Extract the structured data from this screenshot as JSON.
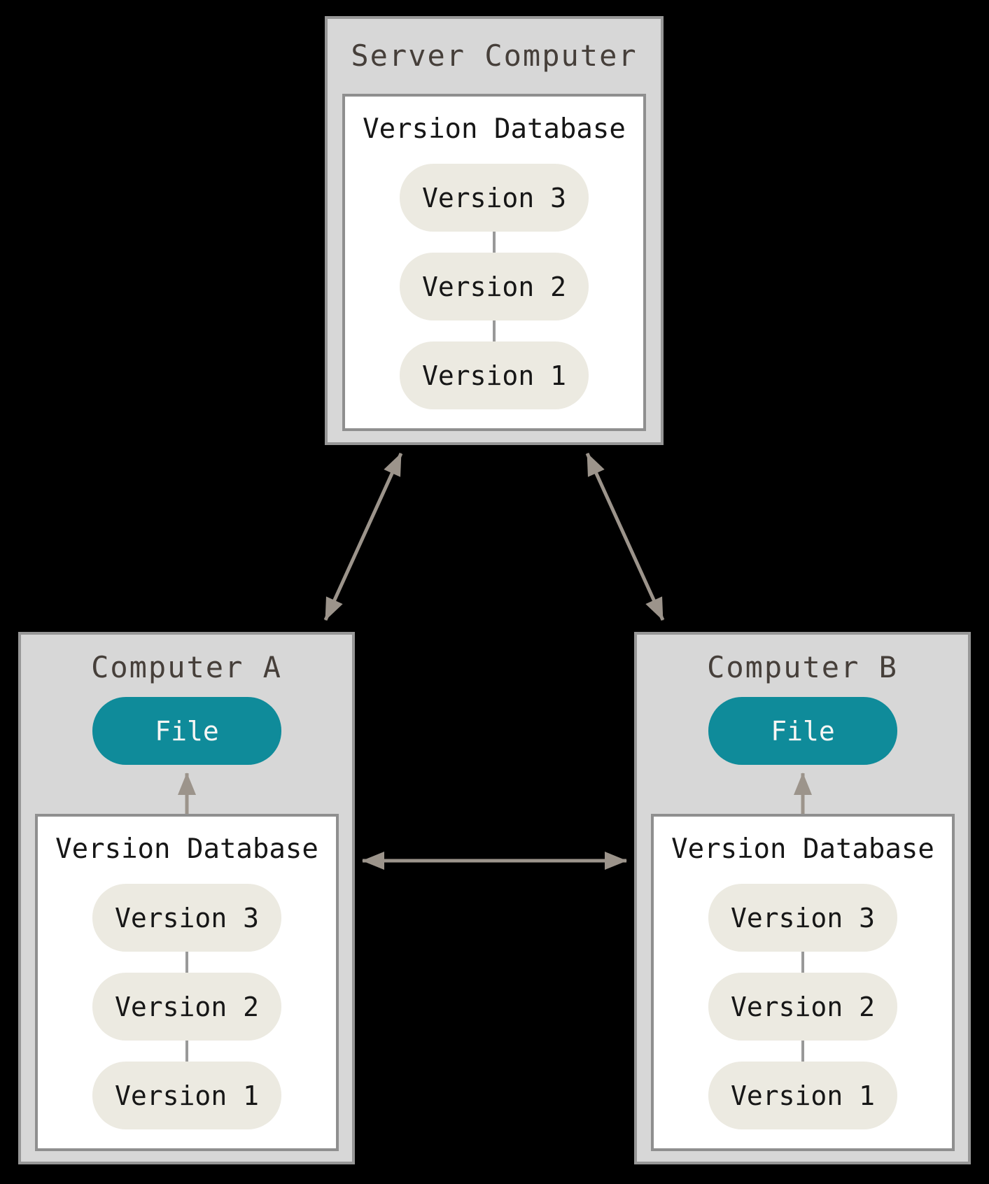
{
  "server": {
    "title": "Server Computer",
    "database": {
      "title": "Version Database",
      "versions": [
        "Version 3",
        "Version 2",
        "Version 1"
      ]
    }
  },
  "computer_a": {
    "title": "Computer A",
    "file_label": "File",
    "database": {
      "title": "Version Database",
      "versions": [
        "Version 3",
        "Version 2",
        "Version 1"
      ]
    }
  },
  "computer_b": {
    "title": "Computer B",
    "file_label": "File",
    "database": {
      "title": "Version Database",
      "versions": [
        "Version 3",
        "Version 2",
        "Version 1"
      ]
    }
  },
  "colors": {
    "background": "#000000",
    "machine_box_fill": "#d7d7d7",
    "machine_box_border": "#979797",
    "db_box_fill": "#ffffff",
    "db_box_border": "#8f8f8f",
    "version_pill_fill": "#eceae1",
    "file_pill_fill": "#0f8b9a",
    "file_pill_text": "#f7f7f5",
    "title_text": "#463f3a",
    "label_text": "#171717",
    "arrow": "#9c948b",
    "pill_connector": "#999999"
  }
}
